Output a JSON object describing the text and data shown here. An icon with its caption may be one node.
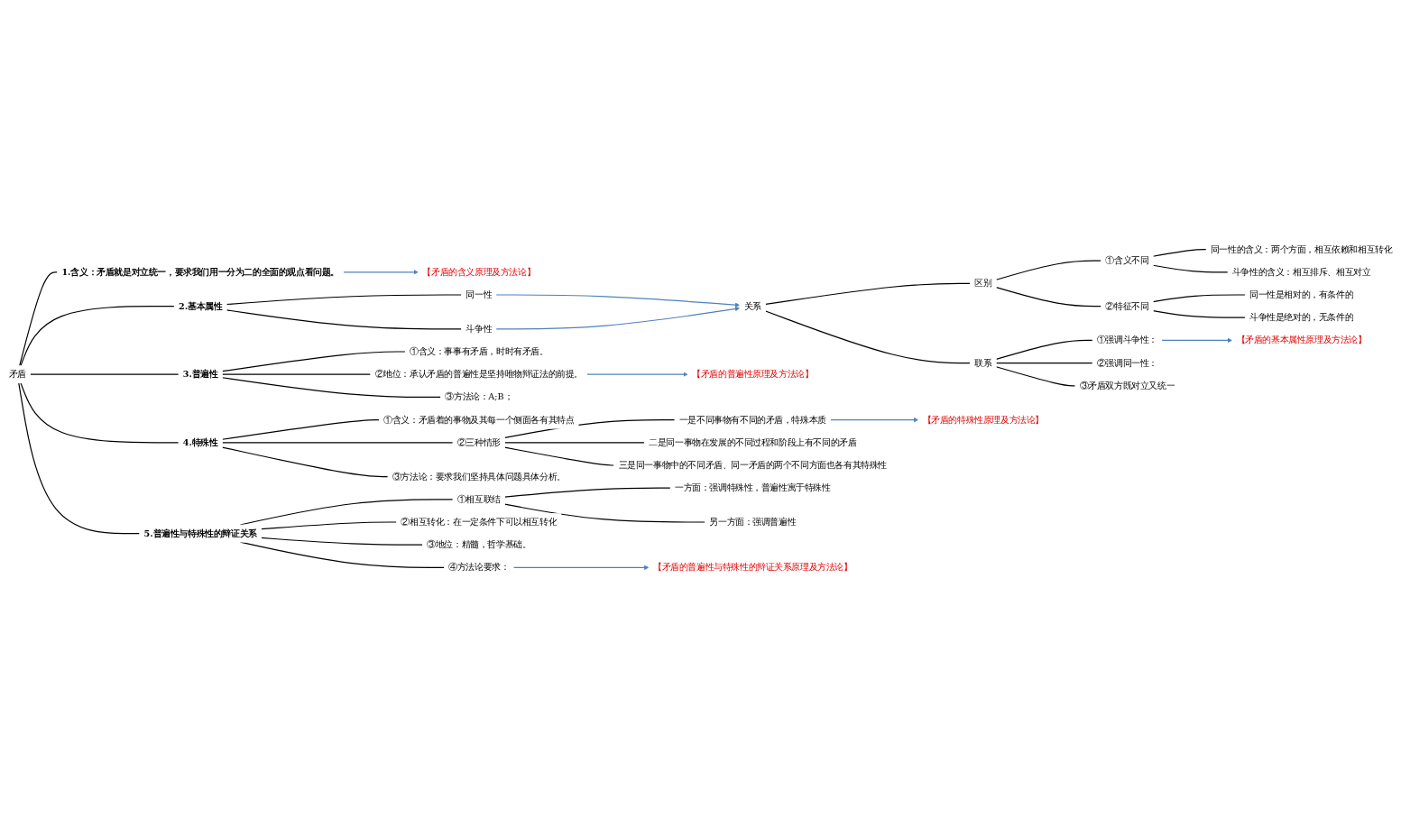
{
  "diagram": {
    "nodes": [
      {
        "text": [
          "矛盾"
        ]
      },
      {
        "text": [
          "1.含义：矛盾就是对立统一，要求我们用一分为二的全面的观点看问题。"
        ]
      },
      {
        "text": [
          "【矛盾的含义原理及方法论】"
        ]
      },
      {
        "text": [
          "2.基本属性"
        ]
      },
      {
        "text": [
          "同一性"
        ]
      },
      {
        "text": [
          "斗争性"
        ]
      },
      {
        "text": [
          "关系"
        ]
      },
      {
        "text": [
          "区别"
        ]
      },
      {
        "text": [
          "①含义不同"
        ]
      },
      {
        "text": [
          "同一性的含义：两个方面，相互依赖和相互转化"
        ]
      },
      {
        "text": [
          "斗争性的含义：相互排斥、相互对立"
        ]
      },
      {
        "text": [
          "②特征不同"
        ]
      },
      {
        "text": [
          "同一性是相对的，有条件的"
        ]
      },
      {
        "text": [
          "斗争性是绝对的，无条件的"
        ]
      },
      {
        "text": [
          "联系"
        ]
      },
      {
        "text": [
          "①强调斗争性："
        ]
      },
      {
        "text": [
          "【矛盾的基本属性原理及方法论】"
        ]
      },
      {
        "text": [
          "②强调同一性："
        ]
      },
      {
        "text": [
          "③矛盾双方既对立又统一"
        ]
      },
      {
        "text": [
          "3.普遍性"
        ]
      },
      {
        "text": [
          "①含义：事事有矛盾，时时有矛盾。"
        ]
      },
      {
        "text": [
          "②地位：承认矛盾的普遍性是坚持唯物辩证法的前提。"
        ]
      },
      {
        "text": [
          "【矛盾的普遍性原理及方法论】"
        ]
      },
      {
        "text": [
          "③方法论：A;B；"
        ]
      },
      {
        "text": [
          "4.特殊性"
        ]
      },
      {
        "text": [
          "①含义：矛盾着的事物及其每一个侧面各有其特点"
        ]
      },
      {
        "text": [
          "②三种情形"
        ]
      },
      {
        "text": [
          "一是不同事物有不同的矛盾，特殊本质"
        ]
      },
      {
        "text": [
          "【矛盾的特殊性原理及方法论】"
        ]
      },
      {
        "text": [
          "二是同一事物在发展的不同过程和阶段上有不同的矛盾"
        ]
      },
      {
        "text": [
          "三是同一事物中的不同矛盾、同一矛盾的两个不同方面也各有其特殊性"
        ]
      },
      {
        "text": [
          "③方法论：要求我们坚持具体问题具体分析。"
        ]
      },
      {
        "text": [
          "5.普遍性与特殊性的辩证关系"
        ]
      },
      {
        "text": [
          "①相互联结"
        ]
      },
      {
        "text": [
          "一方面：强调特殊性，普遍性寓于特殊性"
        ]
      },
      {
        "text": [
          "另一方面：强调普遍性"
        ]
      },
      {
        "text": [
          "②相互转化：在一定条件下可以相互转化"
        ]
      },
      {
        "text": [
          "③地位：精髓，哲学基础。"
        ]
      },
      {
        "text": [
          "④方法论要求："
        ]
      },
      {
        "text": [
          "【矛盾的普遍性与特殊性的辩证关系原理及方法论】"
        ]
      }
    ],
    "edges": [
      {
        "from": 0,
        "to": 1,
        "arrow": "none"
      },
      {
        "from": 1,
        "to": 2,
        "arrow": "to",
        "color": "#4f81bd"
      },
      {
        "from": 0,
        "to": 3,
        "arrow": "none"
      },
      {
        "from": 3,
        "to": 4,
        "arrow": "none"
      },
      {
        "from": 3,
        "to": 5,
        "arrow": "none"
      },
      {
        "from": 4,
        "to": 6,
        "arrow": "to",
        "color": "#4f81bd"
      },
      {
        "from": 5,
        "to": 6,
        "arrow": "to",
        "color": "#4f81bd"
      },
      {
        "from": 6,
        "to": 7,
        "arrow": "none"
      },
      {
        "from": 7,
        "to": 8,
        "arrow": "none"
      },
      {
        "from": 8,
        "to": 9,
        "arrow": "none"
      },
      {
        "from": 8,
        "to": 10,
        "arrow": "none"
      },
      {
        "from": 7,
        "to": 11,
        "arrow": "none"
      },
      {
        "from": 11,
        "to": 12,
        "arrow": "none"
      },
      {
        "from": 11,
        "to": 13,
        "arrow": "none"
      },
      {
        "from": 6,
        "to": 14,
        "arrow": "none"
      },
      {
        "from": 14,
        "to": 15,
        "arrow": "none"
      },
      {
        "from": 15,
        "to": 16,
        "arrow": "to",
        "color": "#4f81bd"
      },
      {
        "from": 14,
        "to": 17,
        "arrow": "none"
      },
      {
        "from": 14,
        "to": 18,
        "arrow": "none"
      },
      {
        "from": 0,
        "to": 19,
        "arrow": "none"
      },
      {
        "from": 19,
        "to": 20,
        "arrow": "none"
      },
      {
        "from": 19,
        "to": 21,
        "arrow": "none"
      },
      {
        "from": 21,
        "to": 22,
        "arrow": "to",
        "color": "#4f81bd"
      },
      {
        "from": 19,
        "to": 23,
        "arrow": "none"
      },
      {
        "from": 0,
        "to": 24,
        "arrow": "none"
      },
      {
        "from": 24,
        "to": 25,
        "arrow": "none"
      },
      {
        "from": 24,
        "to": 26,
        "arrow": "none"
      },
      {
        "from": 26,
        "to": 27,
        "arrow": "none"
      },
      {
        "from": 27,
        "to": 28,
        "arrow": "to",
        "color": "#4f81bd"
      },
      {
        "from": 26,
        "to": 29,
        "arrow": "none"
      },
      {
        "from": 26,
        "to": 30,
        "arrow": "none"
      },
      {
        "from": 24,
        "to": 31,
        "arrow": "none"
      },
      {
        "from": 0,
        "to": 32,
        "arrow": "none"
      },
      {
        "from": 32,
        "to": 33,
        "arrow": "none"
      },
      {
        "from": 33,
        "to": 34,
        "arrow": "none"
      },
      {
        "from": 33,
        "to": 35,
        "arrow": "none"
      },
      {
        "from": 32,
        "to": 36,
        "arrow": "none"
      },
      {
        "from": 32,
        "to": 37,
        "arrow": "none"
      },
      {
        "from": 32,
        "to": 38,
        "arrow": "none"
      },
      {
        "from": 38,
        "to": 39,
        "arrow": "to",
        "color": "#4f81bd"
      }
    ]
  }
}
